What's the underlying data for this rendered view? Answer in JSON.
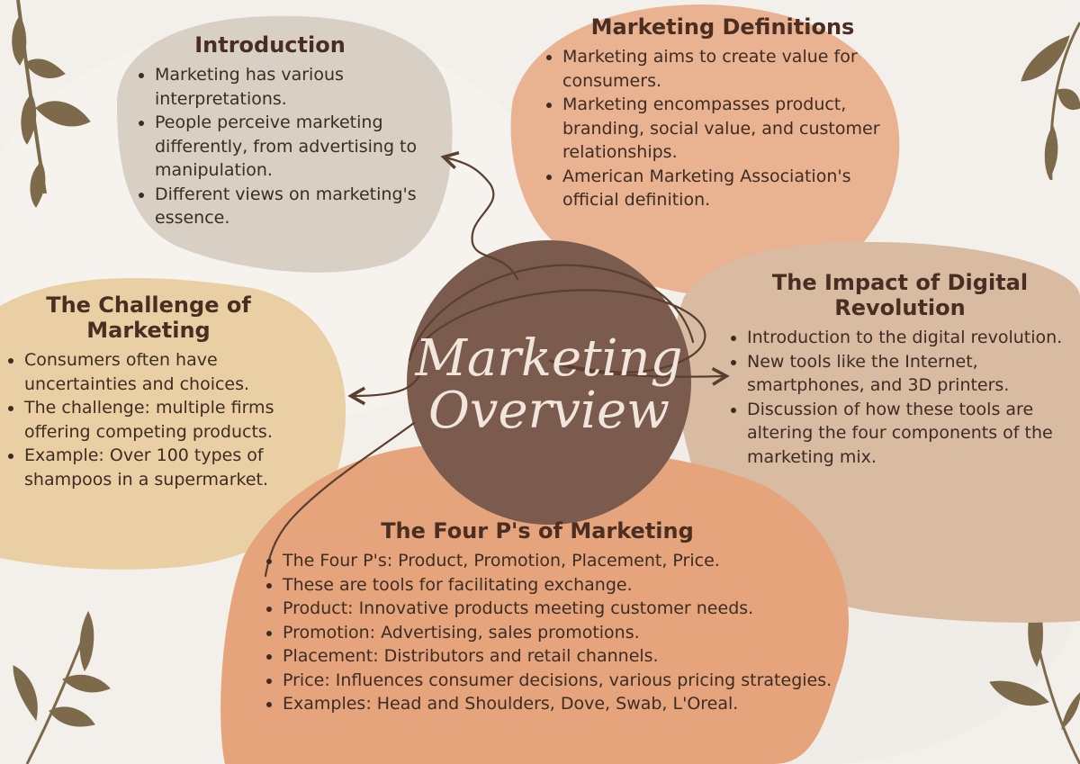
{
  "center": {
    "line1": "Marketing",
    "line2": "Overview"
  },
  "sections": {
    "introduction": {
      "title": "Introduction",
      "bullets": [
        "Marketing has various interpretations.",
        "People perceive marketing differently, from advertising to manipulation.",
        "Different views on marketing's essence."
      ]
    },
    "definitions": {
      "title": "Marketing Definitions",
      "bullets": [
        "Marketing aims to create value for consumers.",
        "Marketing encompasses product, branding, social value, and customer relationships.",
        "American Marketing Association's official definition."
      ]
    },
    "digital": {
      "title": "The Impact of Digital Revolution",
      "bullets": [
        "Introduction to the digital revolution.",
        "New tools like the Internet, smartphones, and 3D printers.",
        "Discussion of how these tools are altering the four components of the marketing mix."
      ]
    },
    "challenge": {
      "title": "The Challenge of Marketing",
      "bullets": [
        "Consumers often have uncertainties and choices.",
        "The challenge: multiple firms offering competing products.",
        "Example: Over 100 types of shampoos in a supermarket."
      ]
    },
    "fourps": {
      "title": "The Four P's of Marketing",
      "bullets": [
        "The Four P's: Product, Promotion, Placement, Price.",
        "These are tools for facilitating exchange.",
        "Product: Innovative products meeting customer needs.",
        "Promotion: Advertising, sales promotions.",
        "Placement: Distributors and retail channels.",
        "Price: Influences consumer decisions, various pricing strategies.",
        "Examples: Head and Shoulders, Dove, Swab, L'Oreal."
      ]
    }
  },
  "colors": {
    "background": "#f3f0ec",
    "introduction_blob": "#d8d0c4",
    "definitions_blob": "#e9b391",
    "digital_blob": "#d9bba2",
    "challenge_blob": "#ebcfa4",
    "fourps_blob": "#e5a47c",
    "center_circle": "#7a5b4e",
    "leaf": "#7d6a4a",
    "text": "#3d2c24"
  }
}
